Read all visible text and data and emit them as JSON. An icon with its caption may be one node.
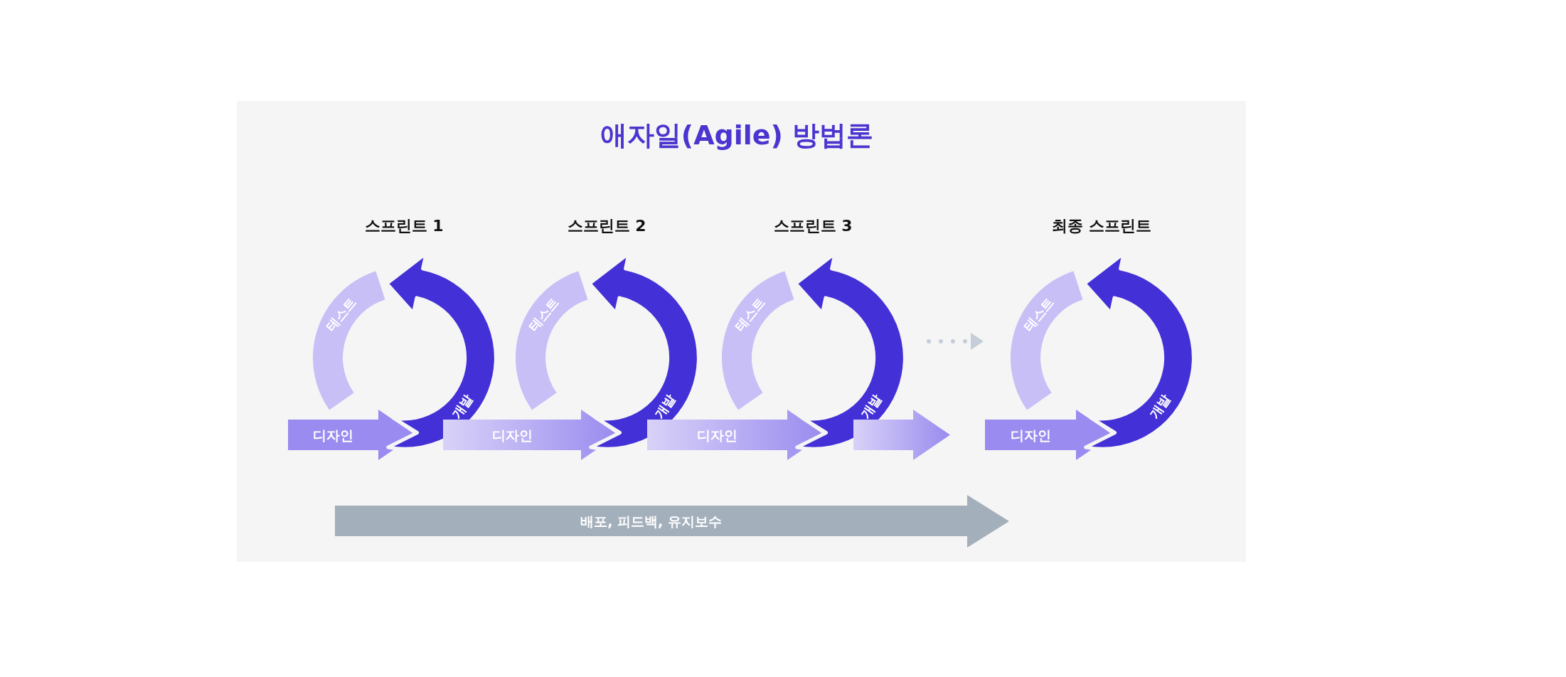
{
  "diagram": {
    "title": "애자일(Agile) 방법론",
    "nodes": [
      {
        "text": [
          "스프린트 1"
        ]
      },
      {
        "text": [
          "디자인"
        ],
        "in": 0
      },
      {
        "text": [
          "개발"
        ],
        "in": 0
      },
      {
        "text": [
          "테스트"
        ],
        "in": 0
      },
      {
        "text": [
          "스프린트 2"
        ]
      },
      {
        "text": [
          "디자인"
        ],
        "in": 4
      },
      {
        "text": [
          "개발"
        ],
        "in": 4
      },
      {
        "text": [
          "테스트"
        ],
        "in": 4
      },
      {
        "text": [
          "스프린트 3"
        ]
      },
      {
        "text": [
          "디자인"
        ],
        "in": 8
      },
      {
        "text": [
          "개발"
        ],
        "in": 8
      },
      {
        "text": [
          "테스트"
        ],
        "in": 8
      },
      {
        "text": [],
        "shape": "arrow"
      },
      {
        "text": [
          "최종 스프린트"
        ]
      },
      {
        "text": [
          "디자인"
        ],
        "in": 13
      },
      {
        "text": [
          "개발"
        ],
        "in": 13
      },
      {
        "text": [
          "테스트"
        ],
        "in": 13
      },
      {
        "text": [
          "배포, 피드백, 유지보수"
        ]
      }
    ],
    "edges": [
      {
        "from": 8,
        "to": 13,
        "arrow": "to"
      }
    ]
  }
}
